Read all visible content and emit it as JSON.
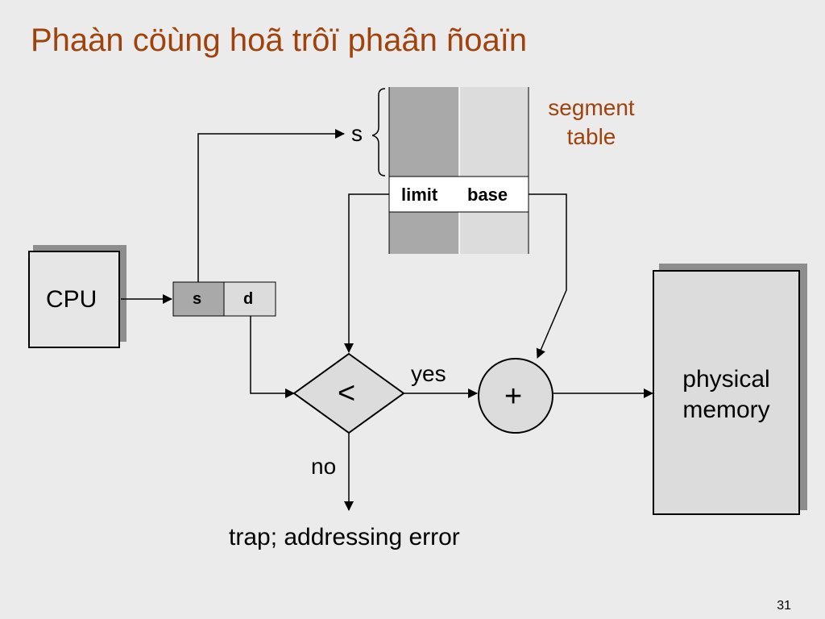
{
  "slide": {
    "title": "Phaàn cöùng hoã trôï phaân ñoaïn",
    "page_number": "31"
  },
  "cpu": {
    "label": "CPU"
  },
  "address": {
    "s": "s",
    "d": "d"
  },
  "segment_table": {
    "index_label": "s",
    "caption_line1": "segment",
    "caption_line2": "table",
    "limit_label": "limit",
    "base_label": "base"
  },
  "compare": {
    "symbol": "<",
    "yes_label": "yes",
    "no_label": "no"
  },
  "adder": {
    "symbol": "+"
  },
  "physical_memory": {
    "line1": "physical",
    "line2": "memory"
  },
  "trap": {
    "label": "trap; addressing error"
  },
  "colors": {
    "title": "#a0420c",
    "dark_cell": "#a9a9a9",
    "light_cell": "#dcdcdc",
    "background": "#ebebeb"
  }
}
